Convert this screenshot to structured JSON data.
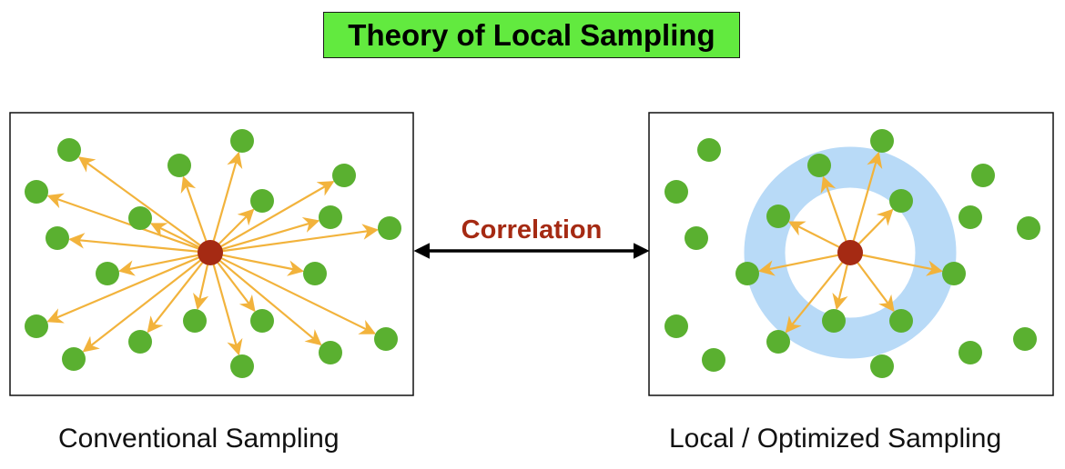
{
  "title": "Theory of Local Sampling",
  "link_label": "Correlation",
  "left_panel": {
    "caption": "Conventional Sampling"
  },
  "right_panel": {
    "caption": "Local / Optimized Sampling"
  },
  "colors": {
    "title_bg": "#62ea3f",
    "sample_point": "#5ab030",
    "center_point": "#a52a13",
    "arrow": "#f2b33c",
    "ring": "#b8daf7",
    "correlation_text": "#a52a13"
  }
}
